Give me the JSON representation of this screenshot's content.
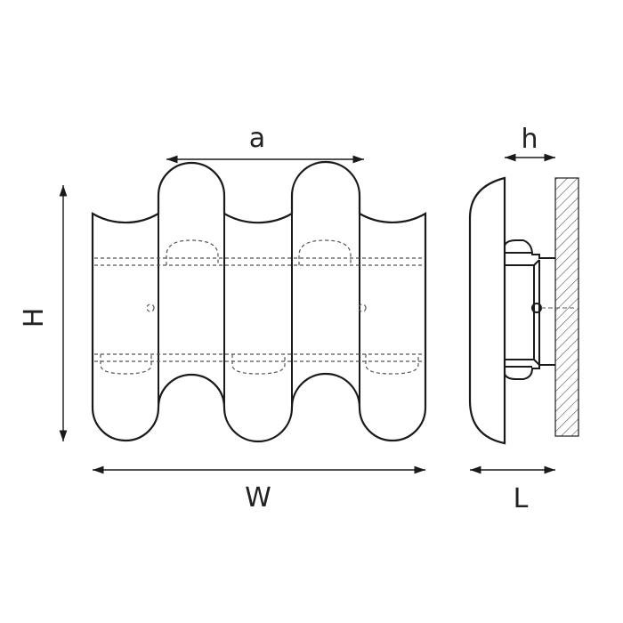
{
  "labels": {
    "a": "a",
    "h": "h",
    "H": "H",
    "W": "W",
    "L": "L"
  },
  "colors": {
    "line": "#1a1a1a",
    "hidden_line": "#555555",
    "wall_hatch": "#555555",
    "background": "#ffffff"
  }
}
